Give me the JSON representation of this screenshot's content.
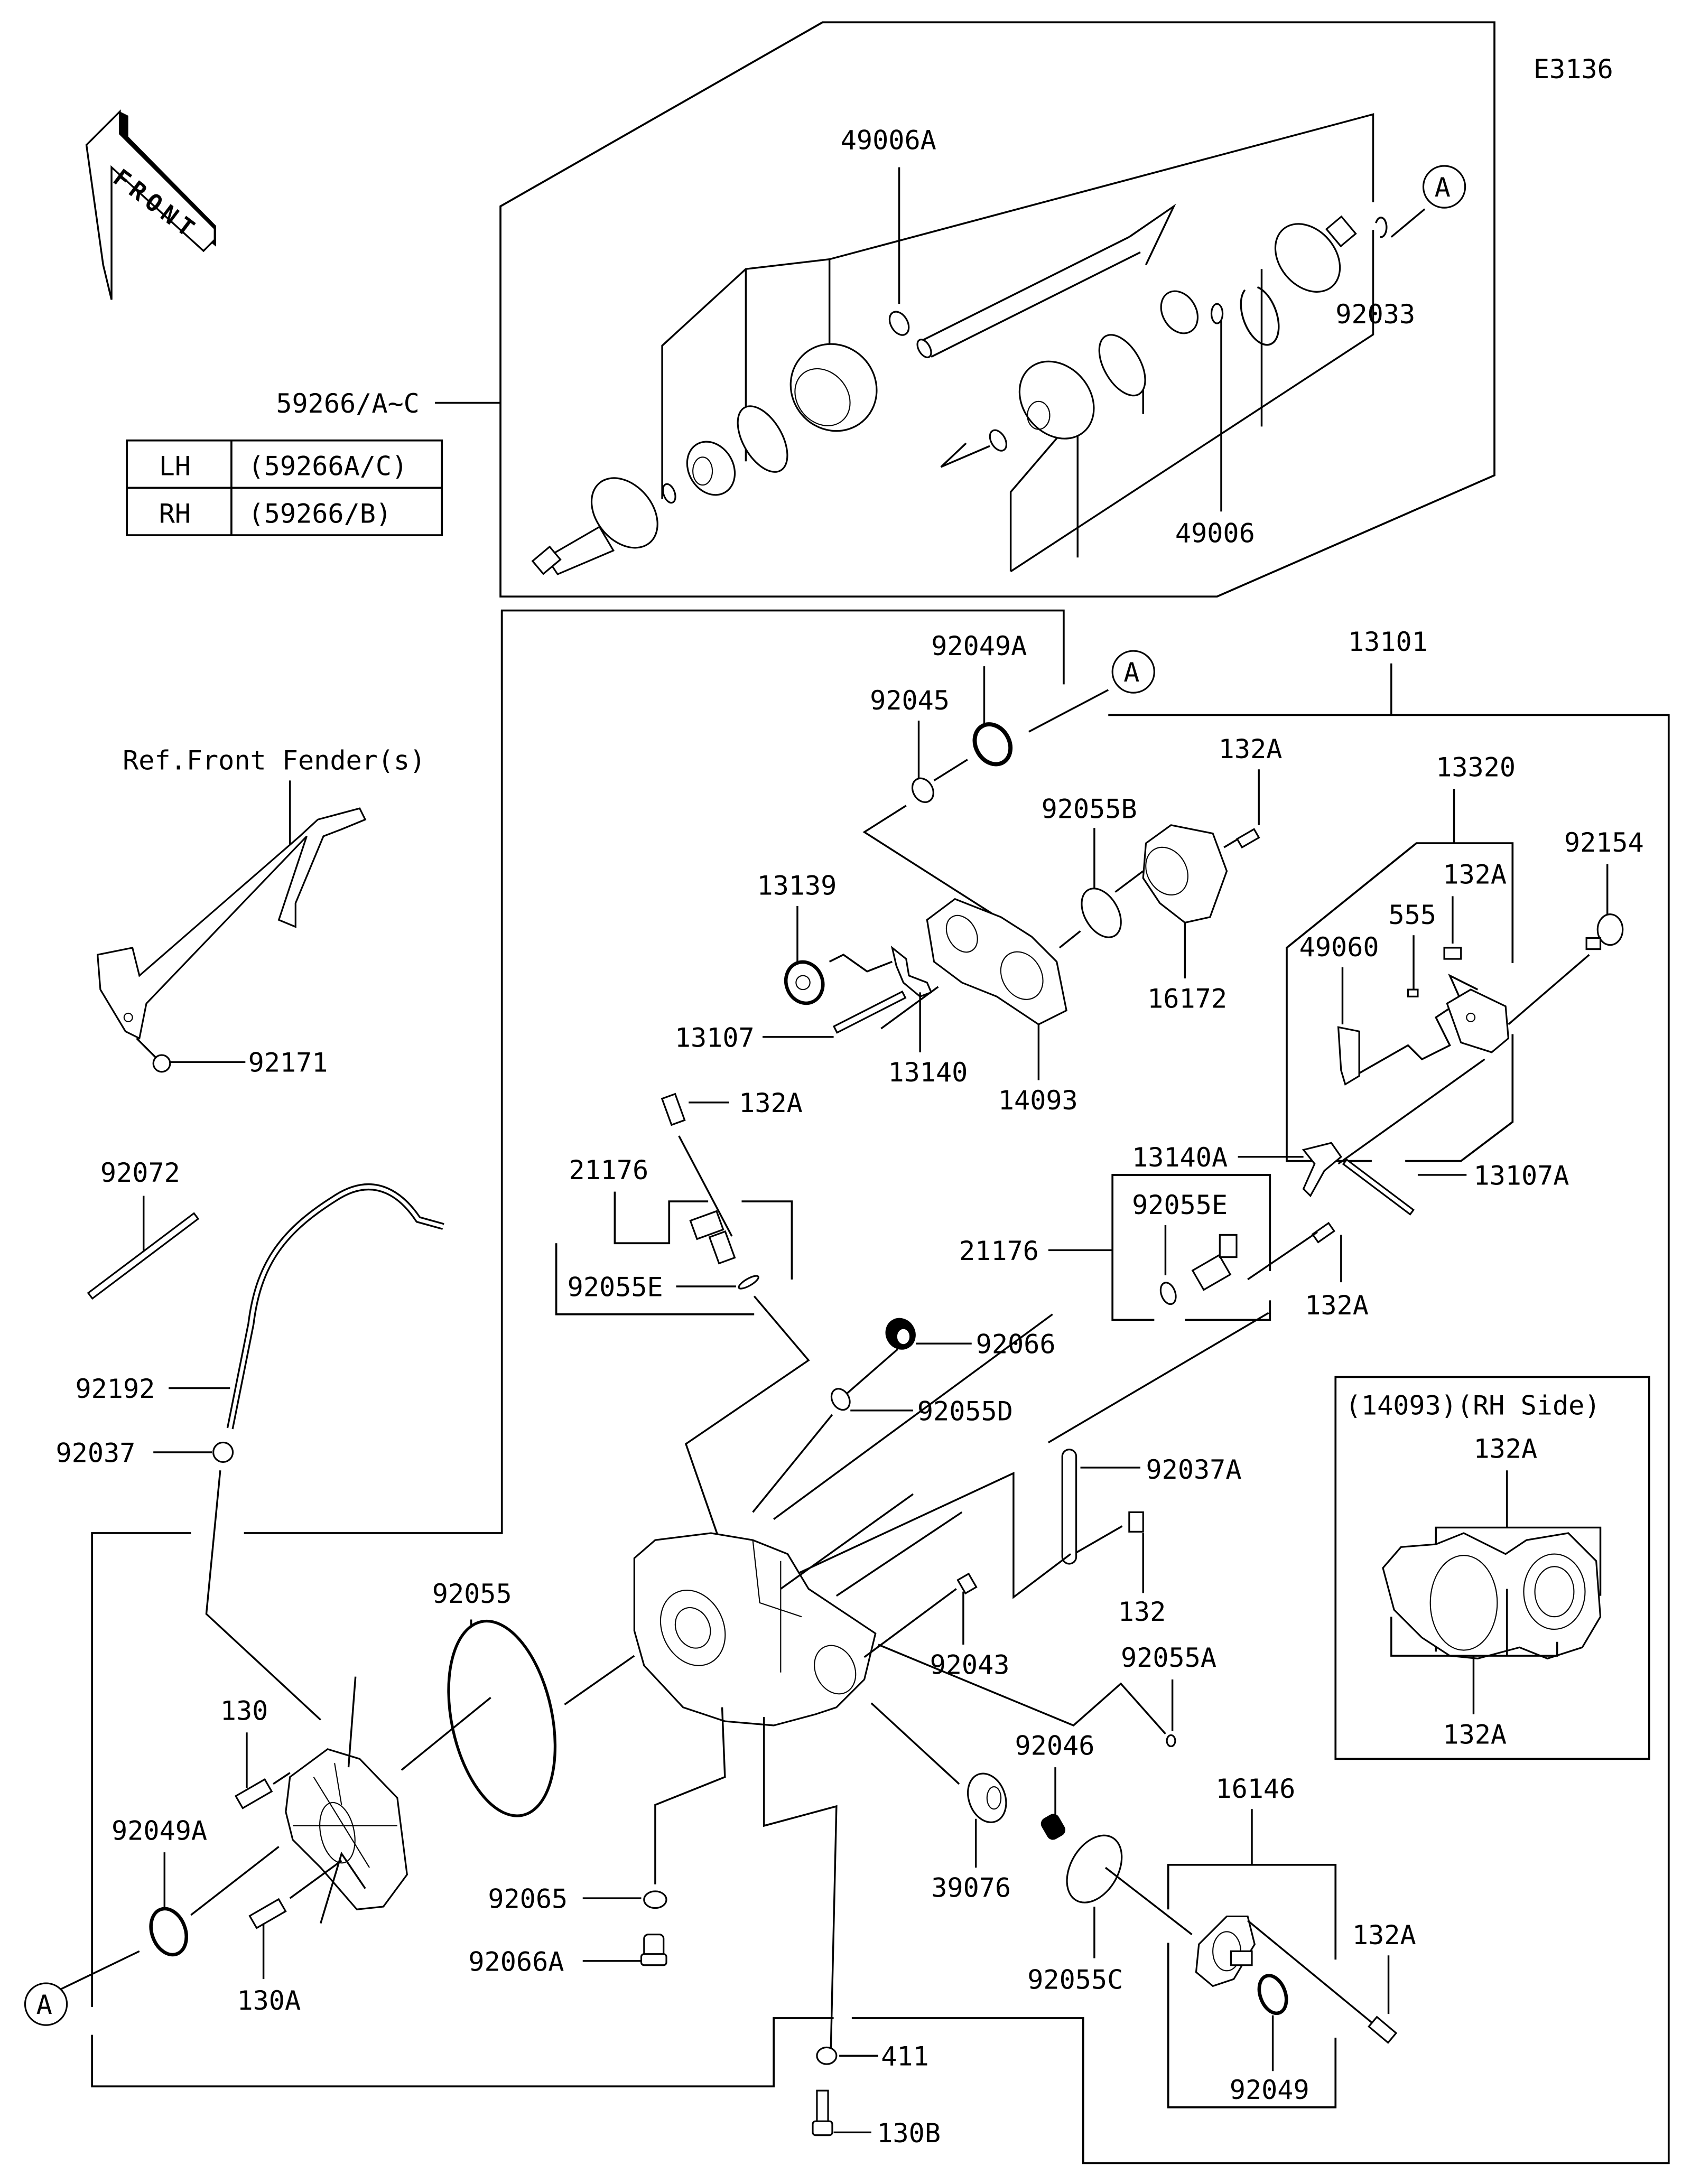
{
  "diagram_id": "E3136",
  "front_arrow": "FRONT",
  "reference_marker": "A",
  "drive_shaft": {
    "assembly_label": "59266/A~C",
    "variant_table": [
      {
        "side": "LH",
        "part": "(59266A/C)"
      },
      {
        "side": "RH",
        "part": "(59266/B)"
      }
    ],
    "parts": [
      "49006A",
      "92033",
      "49006"
    ]
  },
  "reference_note": "Ref.Front Fender(s)",
  "case_group_label": "13101",
  "inset_label": "(14093)(RH Side)",
  "labels": {
    "p92045": "92045",
    "p92049A_top": "92049A",
    "p92055B": "92055B",
    "p132A_a": "132A",
    "p13320": "13320",
    "p92154": "92154",
    "p132A_b": "132A",
    "p555": "555",
    "p49060": "49060",
    "p13139": "13139",
    "p16172": "16172",
    "p13107": "13107",
    "p13140": "13140",
    "p14093": "14093",
    "p13140A": "13140A",
    "p13107A": "13107A",
    "p132A_c": "132A",
    "p21176_left": "21176",
    "p92055E_left": "92055E",
    "p92055E_right": "92055E",
    "p21176_right": "21176",
    "p132A_d": "132A",
    "p92171": "92171",
    "p92072": "92072",
    "p92192": "92192",
    "p92037": "92037",
    "p92066": "92066",
    "p92055D": "92055D",
    "p92037A": "92037A",
    "p132": "132",
    "p92043": "92043",
    "p92055A": "92055A",
    "p92055": "92055",
    "p130": "130",
    "p92049A_bottom": "92049A",
    "p130A": "130A",
    "p92065": "92065",
    "p92066A": "92066A",
    "p411": "411",
    "p130B": "130B",
    "p39076": "39076",
    "p92046": "92046",
    "p92055C": "92055C",
    "p16146": "16146",
    "p132A_e": "132A",
    "p92049": "92049",
    "p132A_inset_top": "132A",
    "p132A_inset_bottom": "132A"
  }
}
